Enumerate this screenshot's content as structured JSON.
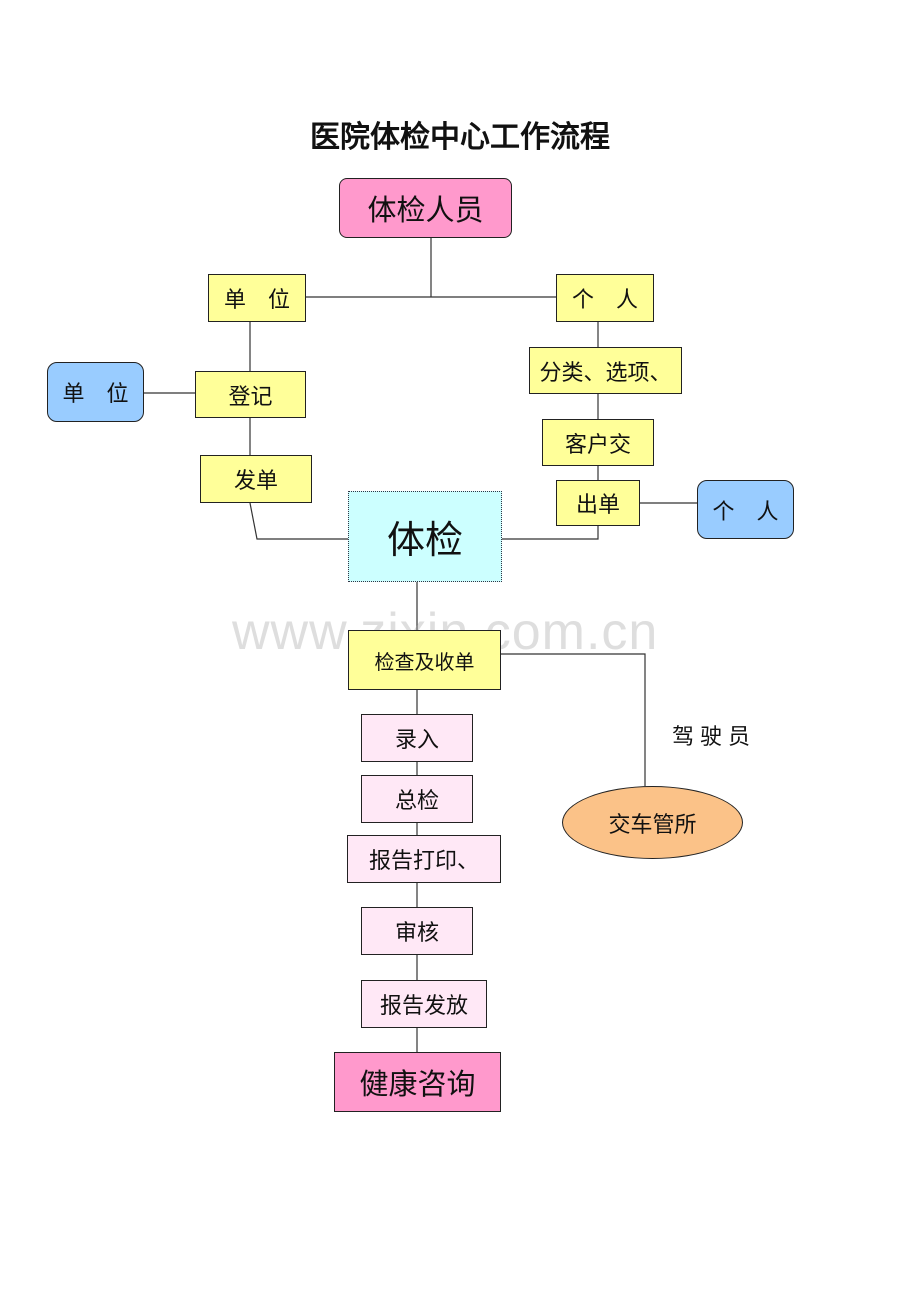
{
  "title": "医院体检中心工作流程",
  "watermark": "www.zixin.com.cn",
  "nodes": {
    "examinees": "体检人员",
    "unit": "单　位",
    "individual": "个　人",
    "unit_side": "单　位",
    "register": "登记",
    "classify": "分类、选项、",
    "customer_submit": "客户交",
    "issue_form": "发单",
    "issue_form_right": "出单",
    "individual_side": "个　人",
    "checkup": "体检",
    "exam_collect": "检查及收单",
    "data_entry": "录入",
    "general_review": "总检",
    "report_print": "报告打印、",
    "audit": "审核",
    "report_distribute": "报告发放",
    "health_consult": "健康咨询",
    "traffic_office": "交车管所",
    "driver": "驾驶员"
  }
}
